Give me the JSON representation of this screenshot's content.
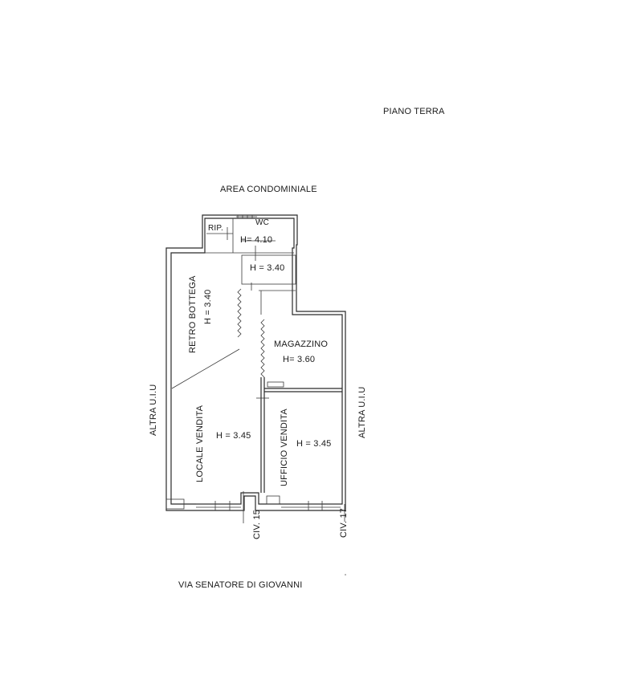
{
  "header": {
    "floor_label": "PIANO TERRA"
  },
  "surroundings": {
    "top_label": "AREA CONDOMINIALE",
    "left_label": "ALTRA U.I.U",
    "right_label": "ALTRA U.I.U",
    "street_label": "VIA SENATORE DI GIOVANNI"
  },
  "rooms": {
    "rip": "RIP.",
    "wc": "WC",
    "wc_height": "H= 4.10",
    "small_room_height": "H = 3.40",
    "retro_bottega": "RETRO BOTTEGA",
    "retro_bottega_height": "H = 3.40",
    "magazzino": "MAGAZZINO",
    "magazzino_height": "H= 3.60",
    "locale_vendita": "LOCALE VENDITA",
    "locale_vendita_height": "H = 3.45",
    "ufficio_vendita": "UFFICIO VENDITA",
    "ufficio_vendita_height": "H = 3.45"
  },
  "entrances": {
    "civ_15": "CIV. 15",
    "civ_17": "CIV. 17"
  }
}
